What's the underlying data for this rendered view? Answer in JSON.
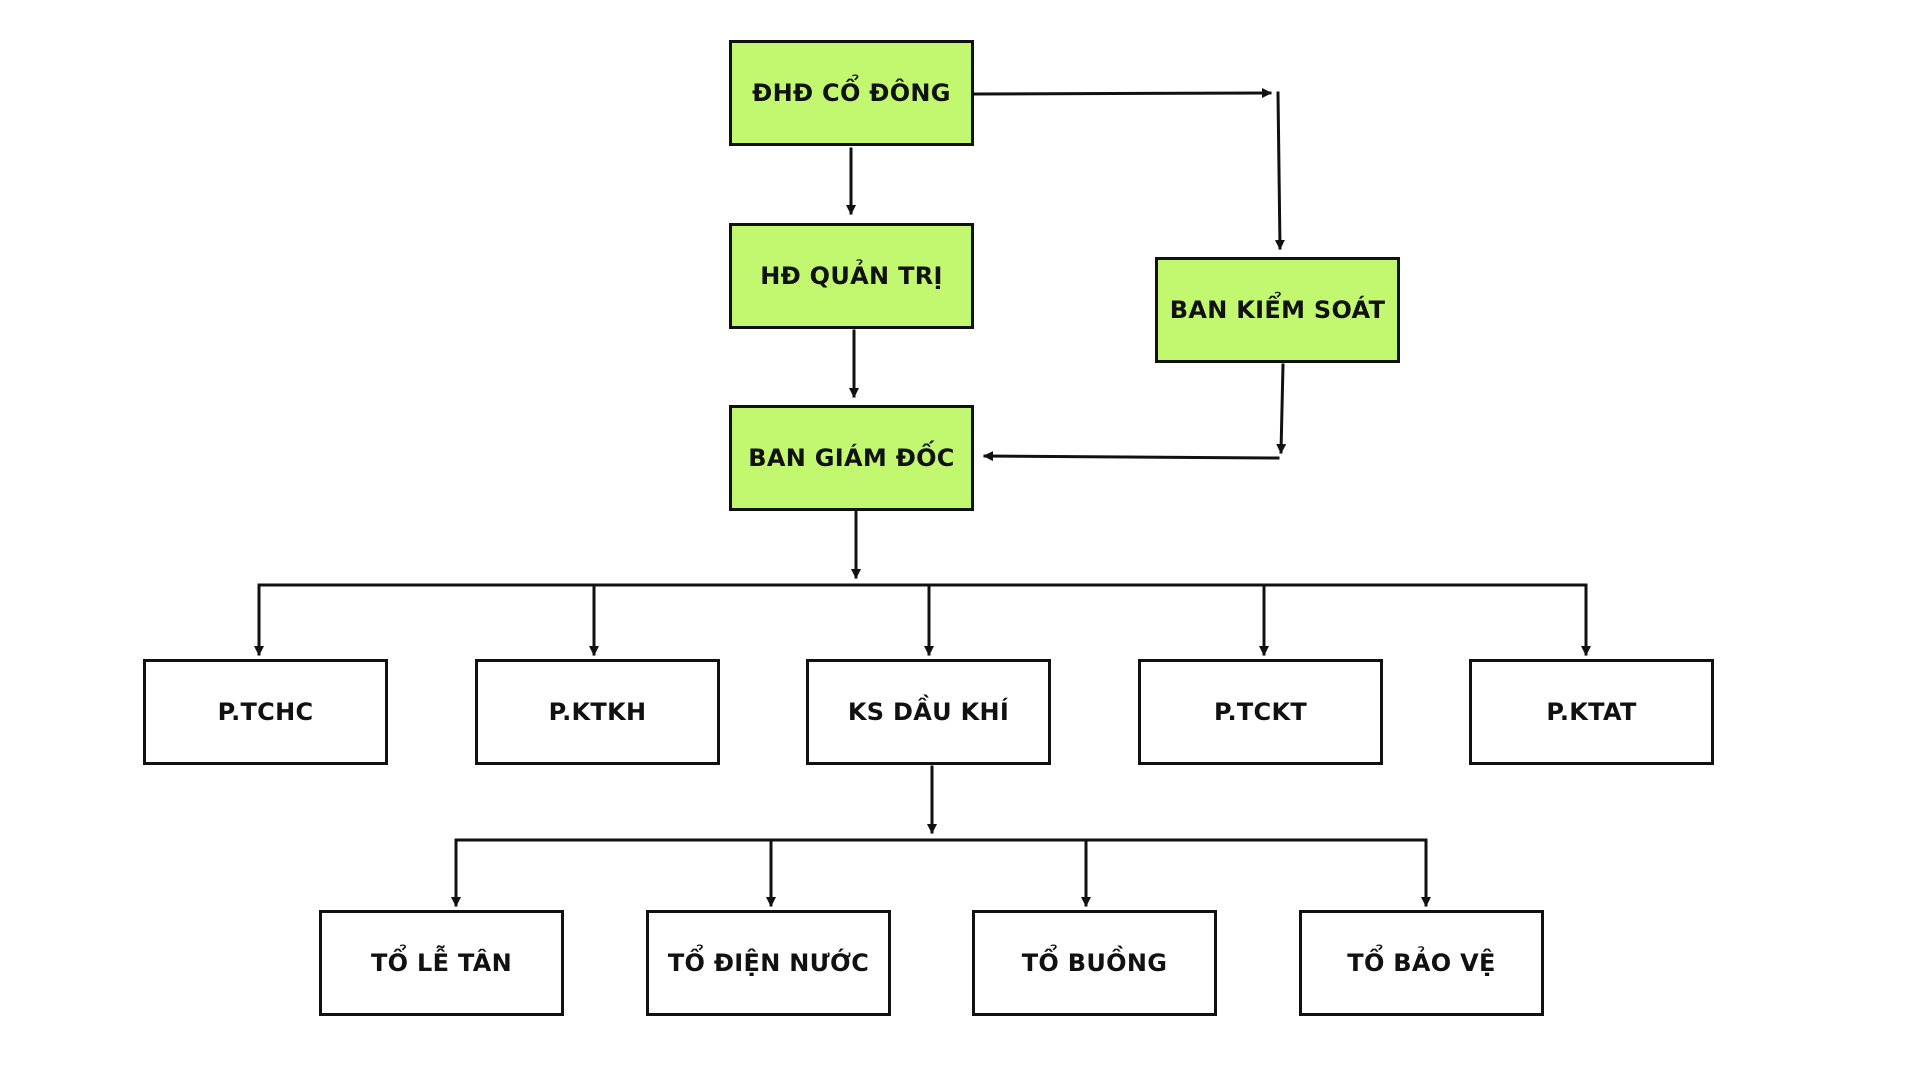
{
  "colors": {
    "board_fill": "#c2f870",
    "dept_fill": "#ffffff",
    "stroke": "#111111"
  },
  "nodes": {
    "dhd": "ĐHĐ CỔ ĐÔNG",
    "hdqt": "HĐ QUẢN TRỊ",
    "bks": "BAN KIỂM SOÁT",
    "bgd": "BAN GIÁM ĐỐC",
    "tchc": "P.TCHC",
    "ktkh": "P.KTKH",
    "ks": "KS DẦU KHÍ",
    "tckt": "P.TCKT",
    "ktat": "P.KTAT",
    "le_tan": "TỔ LỄ TÂN",
    "dien_nuoc": "TỔ ĐIỆN NƯỚC",
    "buong": "TỔ BUỒNG",
    "bao_ve": "TỔ BẢO VỆ"
  }
}
